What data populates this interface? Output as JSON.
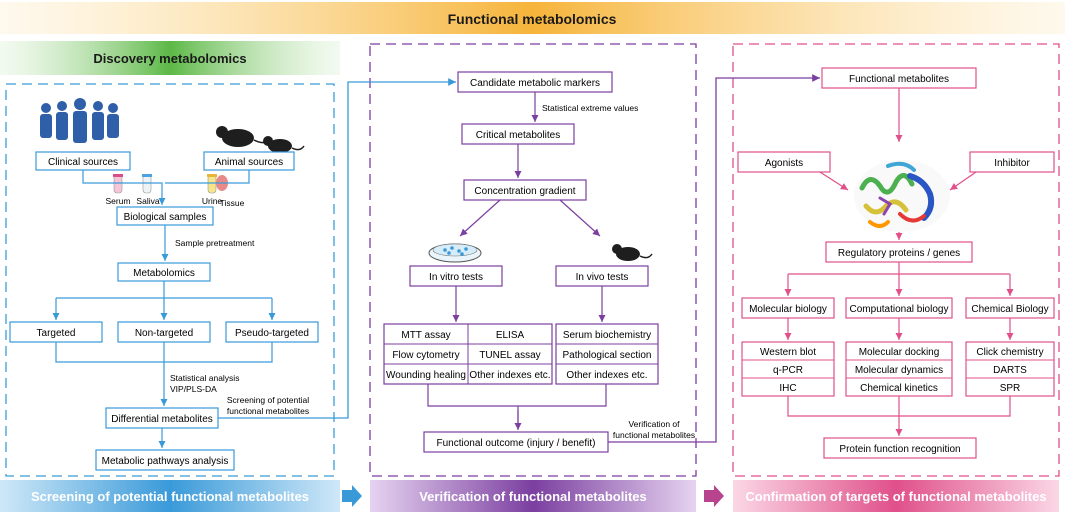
{
  "top_banner": "Functional metabolomics",
  "discovery": {
    "header": "Discovery metabolomics",
    "clinical_sources": "Clinical sources",
    "animal_sources": "Animal sources",
    "samples": {
      "serum": "Serum",
      "saliva": "Saliva",
      "urine": "Urine",
      "tissue": "Tissue"
    },
    "biological_samples": "Biological samples",
    "sample_pretreatment": "Sample pretreatment",
    "metabolomics": "Metabolomics",
    "targeted": "Targeted",
    "non_targeted": "Non-targeted",
    "pseudo_targeted": "Pseudo-targeted",
    "statistical_analysis": "Statistical analysis",
    "vip": "VIP/PLS-DA",
    "differential_metabolites": "Differential metabolites",
    "screening_note_1": "Screening of potential",
    "screening_note_2": "functional metabolites",
    "metabolic_pathways": "Metabolic pathways analysis"
  },
  "verification": {
    "candidate": "Candidate metabolic markers",
    "statistical_extreme": "Statistical extreme values",
    "critical": "Critical metabolites",
    "gradient": "Concentration gradient",
    "in_vitro": "In vitro tests",
    "in_vivo": "In vivo tests",
    "vitro_table": [
      [
        "MTT assay",
        "ELISA"
      ],
      [
        "Flow cytometry",
        "TUNEL assay"
      ],
      [
        "Wounding healing",
        "Other indexes etc."
      ]
    ],
    "vivo_table": [
      "Serum biochemistry",
      "Pathological section",
      "Other indexes etc."
    ],
    "outcome": "Functional outcome (injury / benefit)",
    "verification_note_1": "Verification of",
    "verification_note_2": "functional metabolites"
  },
  "confirmation": {
    "functional_metabolites": "Functional metabolites",
    "agonists": "Agonists",
    "inhibitor": "Inhibitor",
    "regulatory": "Regulatory proteins / genes",
    "molecular_biology": "Molecular biology",
    "computational_biology": "Computational biology",
    "chemical_biology": "Chemical Biology",
    "mol_methods": [
      "Western blot",
      "q-PCR",
      "IHC"
    ],
    "comp_methods": [
      "Molecular docking",
      "Molecular dynamics",
      "Chemical kinetics"
    ],
    "chem_methods": [
      "Click chemistry",
      "DARTS",
      "SPR"
    ],
    "protein_recognition": "Protein function recognition"
  },
  "bottom_banners": {
    "screening": "Screening of potential functional metabolites",
    "verification": "Verification of functional metabolites",
    "confirmation": "Confirmation of targets of functional metabolites"
  },
  "colors": {
    "blue": "#3a9ad9",
    "purple": "#7b3fa0",
    "pink": "#e0508a",
    "orange_banner": "#f5b33a",
    "green_banner": "#5cb846"
  }
}
